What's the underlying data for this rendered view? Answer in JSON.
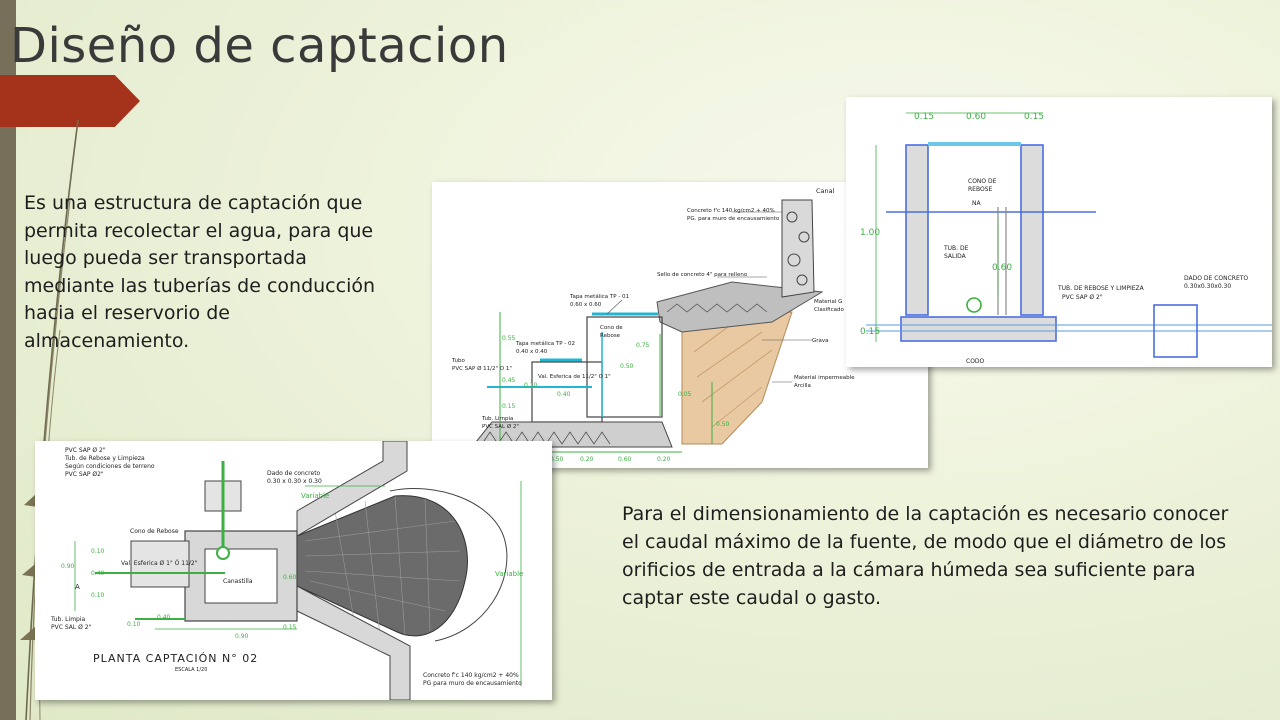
{
  "slide": {
    "title": "Diseño de captacion",
    "paragraph_1": "Es una estructura de captación que permita recolectar el agua, para que luego pueda ser transportada mediante las tuberías de conducción hacia el reservorio de almacenamiento.",
    "paragraph_2": "Para el dimensionamiento de la captación es necesario conocer el caudal máximo de la fuente, de modo que el diámetro de los orificios de entrada a la cámara húmeda sea suficiente para captar este caudal o gasto."
  },
  "drawings": {
    "section": {
      "labels": {
        "canal": "Canal",
        "concreto": "Concreto f'c 140 kg/cm2 + 40%",
        "pg_muro": "PG. para muro de encausamiento",
        "sello": "Sello de concreto 4\" para relleno",
        "tapa1": "Tapa metálica TP - 01",
        "tapa1_dim": "0.60 x 0.60",
        "tapa2": "Tapa metálica TP - 02",
        "tapa2_dim": "0.40 x 0.40",
        "cono": "Cono de",
        "rebose": "Rebose",
        "material_g": "Material G",
        "clasificado": "Clasificado",
        "grava": "Grava",
        "material_imp": "Material impermeable",
        "arcilla": "Arcilla",
        "tubo": "Tubo",
        "pvc_tubo": "PVC SAP Ø 11/2\" O 1\"",
        "valv": "Val. Esferica de 11/2\" O 1\"",
        "tub_limpia": "Tub. Limpia",
        "pvc_sal": "PVC SAL Ø 2\""
      },
      "dims": {
        "d055": "0.55",
        "d045": "0.45",
        "d015": "0.15",
        "d010": "0.10",
        "d040": "0.40",
        "d050": "0.50",
        "d075": "0.75",
        "d005": "0.05",
        "d020": "0.20",
        "d060": "0.60"
      }
    },
    "chamber": {
      "dims": {
        "top_015": "0.15",
        "top_060": "0.60",
        "h100": "1.00",
        "h060": "0.60",
        "base_015": "0.15"
      },
      "labels": {
        "cono_de": "CONO DE",
        "rebose": "REBOSE",
        "na": "NA",
        "tub_de": "TUB. DE",
        "salida": "SALIDA",
        "tub_rebose": "TUB. DE REBOSE Y LIMPIEZA",
        "pvc_sap": "PVC SAP Ø 2\"",
        "dado": "DADO DE CONCRETO",
        "dado_dim": "0.30x0.30x0.30",
        "codo": "CODO"
      }
    },
    "plan": {
      "labels": {
        "pvc_sap": "PVC SAP Ø 2\"",
        "tub_rebose": "Tub. de Rebose y Limpieza",
        "segun": "Según condiciones de terreno",
        "pvc_sap2": "PVC SAP Ø2\"",
        "dado": "Dado de concreto",
        "dado_dim": "0.30 x 0.30 x 0.30",
        "variable_top": "Variable",
        "variable_right": "Variable",
        "cono": "Cono de Rebose",
        "valv": "Val. Esferica Ø 1\" Ó 11/2\"",
        "canastilla": "Canastilla",
        "tub_limpia": "Tub. Limpia",
        "pvc_sal": "PVC SAL Ø 2\"",
        "concreto": "Concreto f'c 140 kg/cm2 + 40%",
        "pg_muro": "PG para muro de encausamiento",
        "plan_title": "PLANTA CAPTACIÓN N° 02",
        "escala": "ESCALA 1/20",
        "marker_a": "A"
      },
      "dims": {
        "d010a": "0.10",
        "d040a": "0.40",
        "d010b": "0.10",
        "d090v": "0.90",
        "d060": "0.60",
        "d010c": "0.10",
        "d040b": "0.40",
        "d090h": "0.90",
        "d015": "0.15"
      }
    }
  },
  "colors": {
    "accent": "#a5321b",
    "left_bar": "#776f59",
    "title": "#3a3a3a",
    "cad_dim": "#3cb043",
    "cad_pipe": "#1fb7d4",
    "cad_wall": "#4a6ee0"
  }
}
